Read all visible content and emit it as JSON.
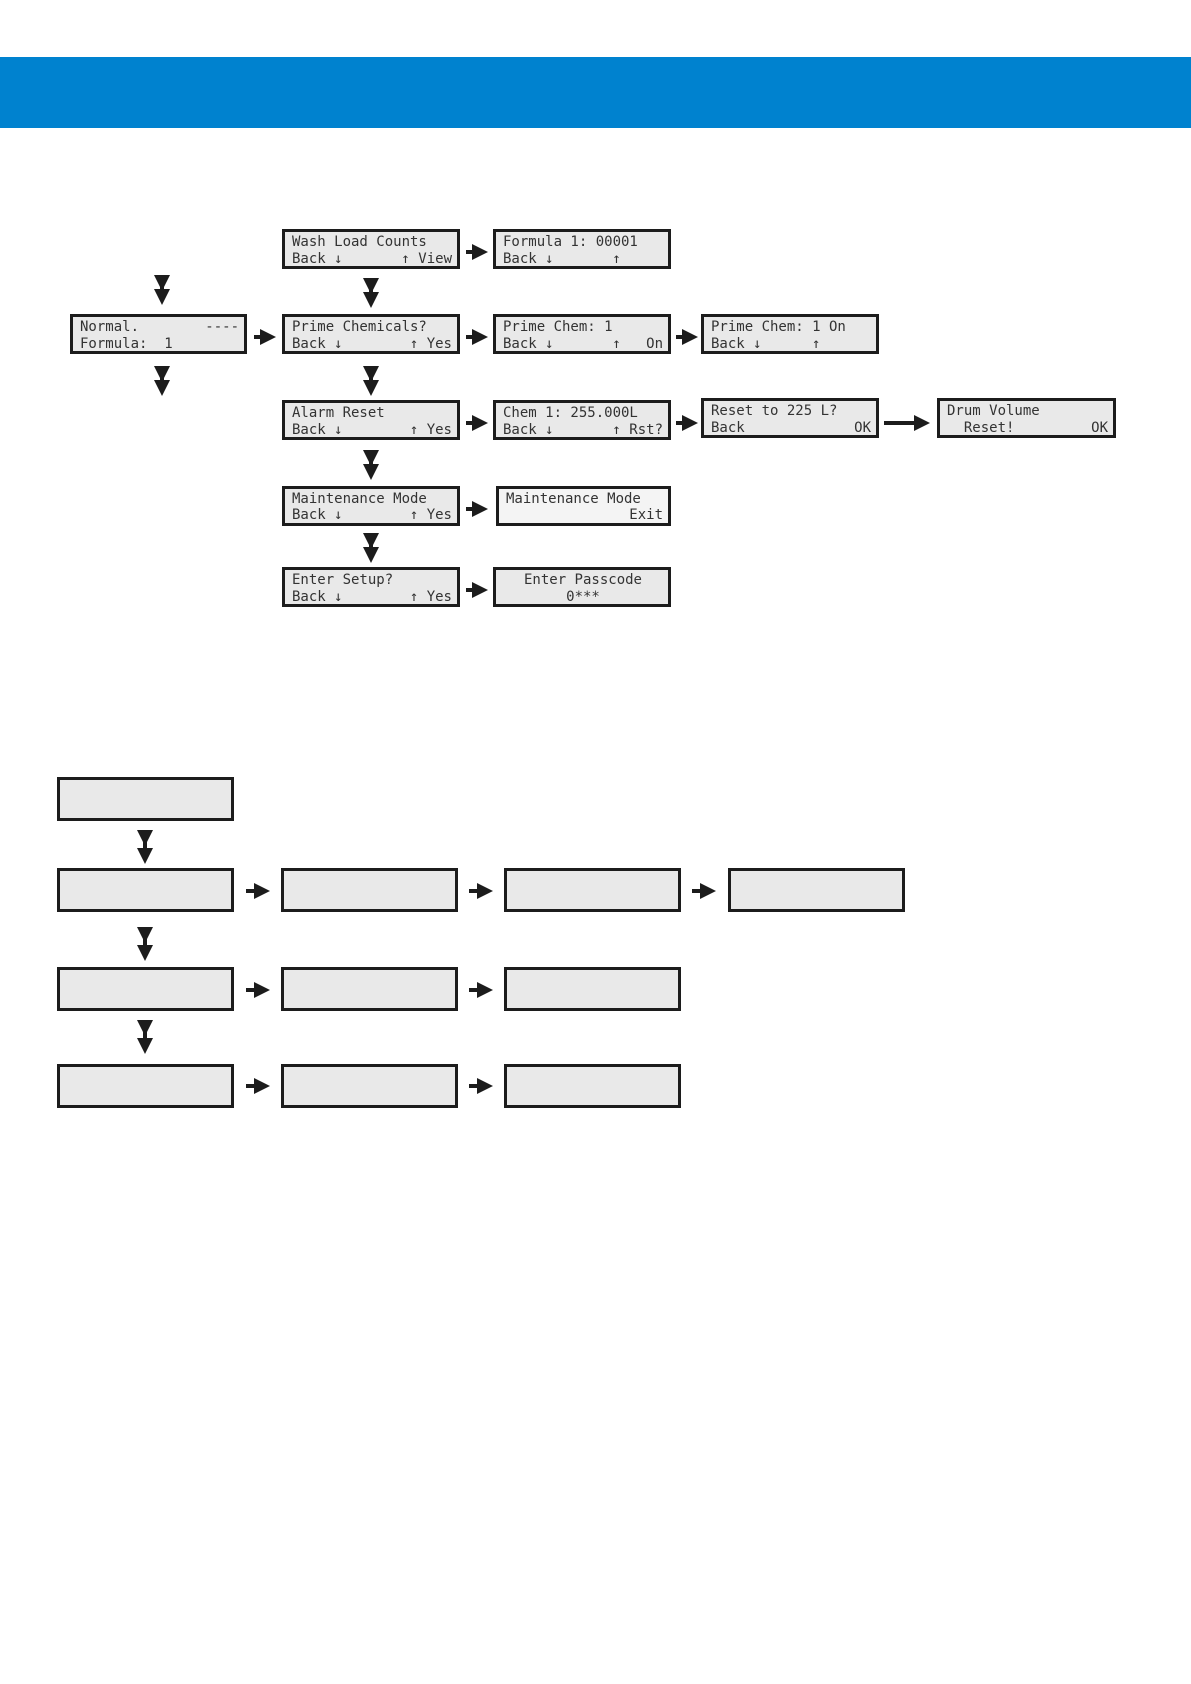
{
  "colors": {
    "header": "#0082cf",
    "screen_fill": "#e9e9e9",
    "border": "#1c1c1c"
  },
  "menu": {
    "normal": {
      "line1_left": "Normal.",
      "line1_right": "----",
      "line2_left": "Formula:  1",
      "line2_right": ""
    },
    "wash_load": {
      "line1_left": "Wash Load Counts",
      "line1_right": "",
      "line2_left": "Back ↓",
      "line2_right": "↑ View"
    },
    "formula": {
      "line1_left": "Formula 1: 00001",
      "line1_right": "",
      "line2_left": "Back ↓",
      "line2_right": "↑     "
    },
    "prime": {
      "line1_left": "Prime Chemicals?",
      "line1_right": "",
      "line2_left": "Back ↓",
      "line2_right": "↑ Yes"
    },
    "prime_chem": {
      "line1_left": "Prime Chem: 1",
      "line1_right": "",
      "line2_left": "Back ↓",
      "line2_right": "↑   On"
    },
    "prime_chem_on": {
      "line1_left": "Prime Chem: 1 On",
      "line1_right": "",
      "line2_left": "Back ↓",
      "line2_right": "↑      "
    },
    "alarm": {
      "line1_left": "Alarm Reset",
      "line1_right": "",
      "line2_left": "Back ↓",
      "line2_right": "↑ Yes"
    },
    "chem": {
      "line1_left": "Chem 1: 255.000L",
      "line1_right": "",
      "line2_left": "Back ↓",
      "line2_right": "↑ Rst?"
    },
    "reset_to": {
      "line1_left": "Reset to 225 L?",
      "line1_right": "",
      "line2_left": "Back",
      "line2_right": "OK"
    },
    "drum": {
      "line1_left": "Drum Volume",
      "line1_right": "",
      "line2_left": "  Reset!",
      "line2_right": "OK"
    },
    "maint": {
      "line1_left": "Maintenance Mode",
      "line1_right": "",
      "line2_left": "Back ↓",
      "line2_right": "↑ Yes"
    },
    "maint_exit": {
      "line1_left": "Maintenance Mode",
      "line1_right": "",
      "line2_left": "",
      "line2_right": "Exit"
    },
    "setup": {
      "line1_left": "Enter Setup?",
      "line1_right": "",
      "line2_left": "Back ↓",
      "line2_right": "↑ Yes"
    },
    "passcode": {
      "line1": "Enter Passcode",
      "line2": "0***"
    }
  }
}
